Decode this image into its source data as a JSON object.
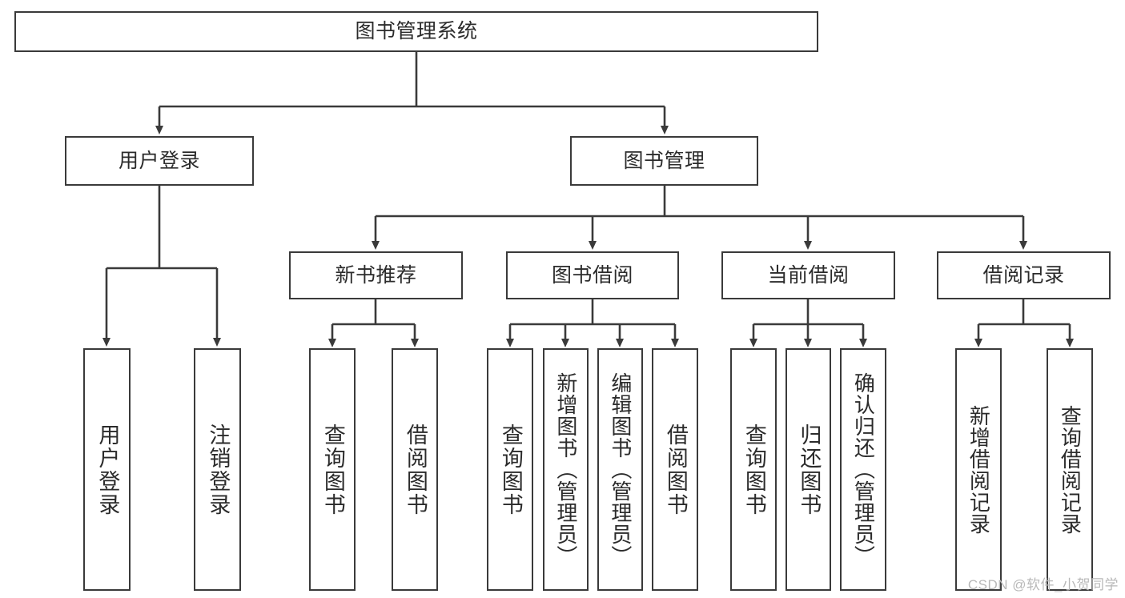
{
  "diagram": {
    "type": "tree-hierarchy",
    "title": "图书管理系统",
    "root": {
      "label": "图书管理系统"
    },
    "level2": [
      {
        "label": "用户登录"
      },
      {
        "label": "图书管理"
      }
    ],
    "level3": [
      {
        "label": "新书推荐"
      },
      {
        "label": "图书借阅"
      },
      {
        "label": "当前借阅"
      },
      {
        "label": "借阅记录"
      }
    ],
    "leaves": {
      "user_login": [
        {
          "label": "用户登录"
        },
        {
          "label": "注销登录"
        }
      ],
      "new_book_recommend": [
        {
          "label": "查询图书"
        },
        {
          "label": "借阅图书"
        }
      ],
      "book_borrow": [
        {
          "label": "查询图书"
        },
        {
          "label": "新增图书（管理员）"
        },
        {
          "label": "编辑图书（管理员）"
        },
        {
          "label": "借阅图书"
        }
      ],
      "current_borrow": [
        {
          "label": "查询图书"
        },
        {
          "label": "归还图书"
        },
        {
          "label": "确认归还（管理员）"
        }
      ],
      "borrow_record": [
        {
          "label": "新增借阅记录"
        },
        {
          "label": "查询借阅记录"
        }
      ]
    }
  },
  "watermark": {
    "text": "CSDN @软件_小贺同学"
  },
  "colors": {
    "stroke": "#3a3a3a",
    "text": "#2b2b2b",
    "background": "#ffffff",
    "watermark": "#b8b8b8"
  }
}
